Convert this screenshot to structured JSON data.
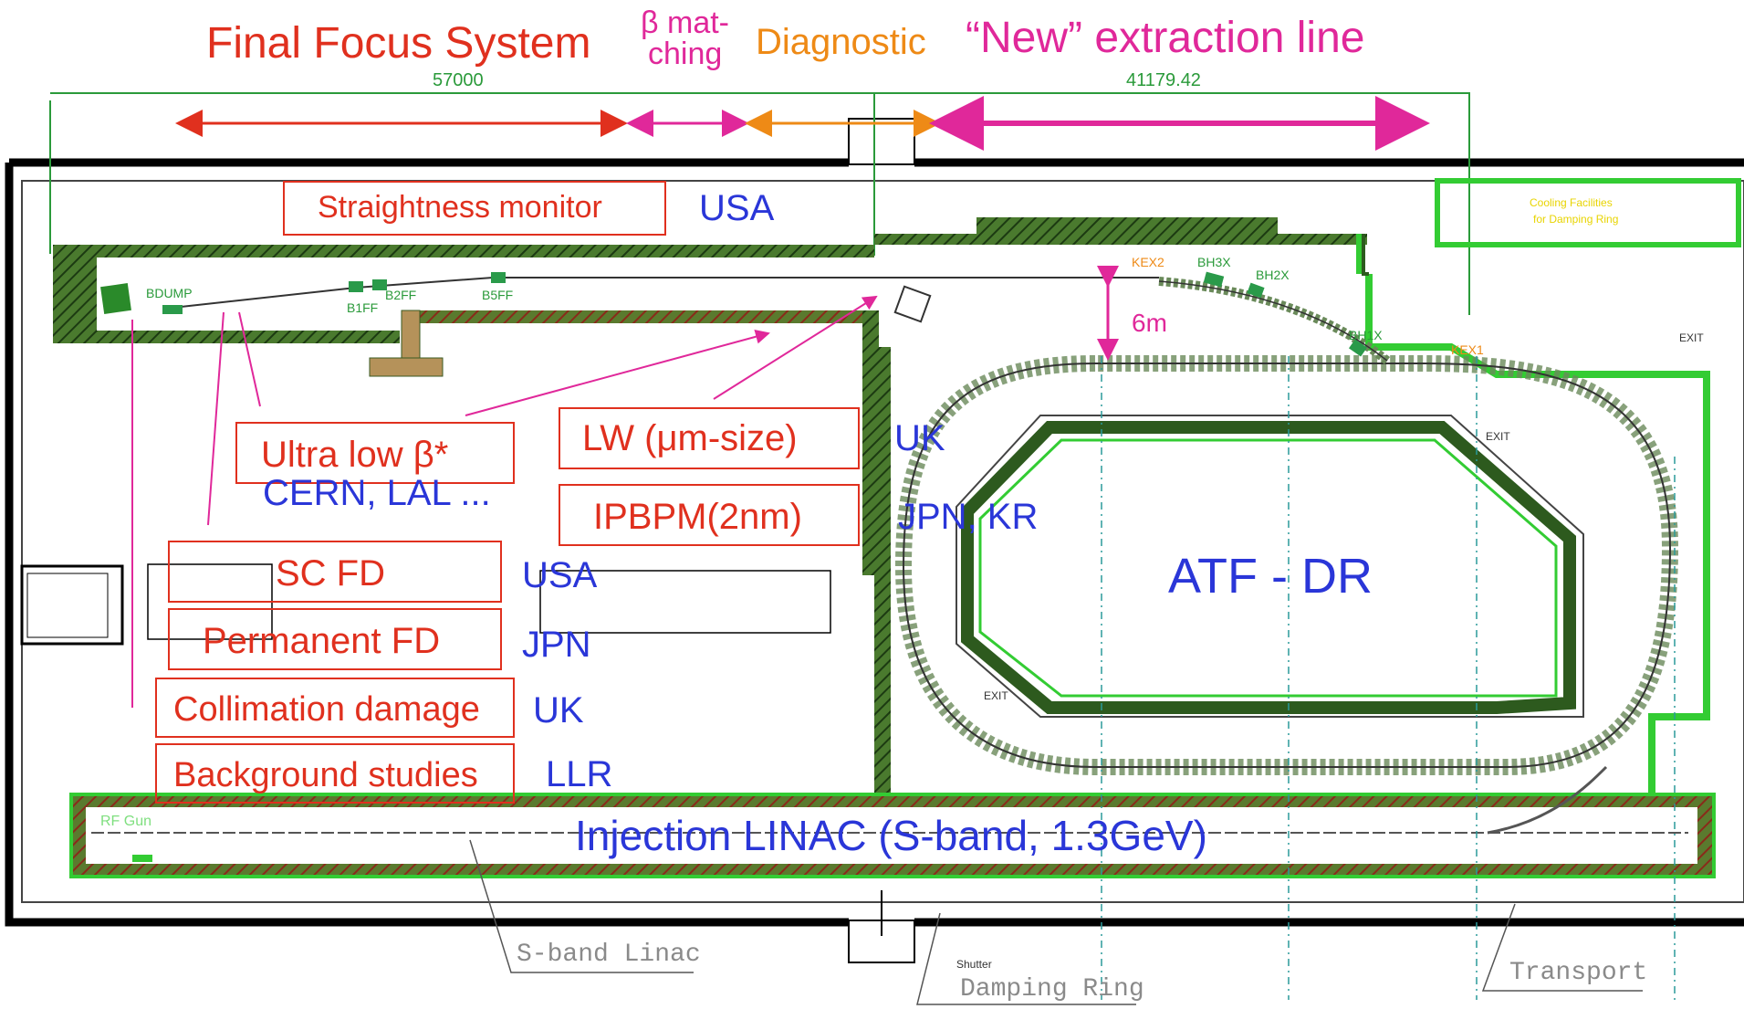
{
  "headers": {
    "final_focus": "Final Focus System",
    "beta_matching_line1": "β mat-",
    "beta_matching_line2": "ching",
    "diagnostic": "Diagnostic",
    "new_extraction": "“New” extraction line"
  },
  "dimensions": {
    "left_length": "57000",
    "right_length": "41179.42",
    "offset": "6m"
  },
  "topics": [
    {
      "label": "Straightness monitor",
      "who": "USA"
    },
    {
      "label": "Ultra low  β*",
      "who": "CERN, LAL ..."
    },
    {
      "label": "LW (μm-size)",
      "who": "UK"
    },
    {
      "label": "IPBPM(2nm)",
      "who": "JPN, KR"
    },
    {
      "label": "SC FD",
      "who": "USA"
    },
    {
      "label": "Permanent FD",
      "who": "JPN"
    },
    {
      "label": "Collimation damage",
      "who": "UK"
    },
    {
      "label": "Background studies",
      "who": "LLR"
    }
  ],
  "facility": {
    "ring": "ATF - DR",
    "linac": "Injection LINAC (S-band, 1.3GeV)"
  },
  "small_labels": {
    "bdump": "BDUMP",
    "b1ff": "B1FF",
    "b2ff": "B2FF",
    "b5ff": "B5FF",
    "kex2": "KEX2",
    "bh3x": "BH3X",
    "bh2x": "BH2X",
    "bh1x": "BH1X",
    "kex1": "KEX1",
    "exit": "EXIT",
    "rf_gun": "RF Gun",
    "shutter": "Shutter",
    "cooling_line1": "Cooling Facilities",
    "cooling_line2": "for Damping Ring"
  },
  "bottom_labels": {
    "sband_linac": "S-band Linac",
    "damping_ring": "Damping Ring",
    "transport": "Transport"
  },
  "colors": {
    "red": "#e0301e",
    "pink": "#e0289a",
    "orange": "#ee8a16",
    "blue": "#2a36d8",
    "green_outline": "#33cc33",
    "wall_green": "#3f6b2a"
  }
}
